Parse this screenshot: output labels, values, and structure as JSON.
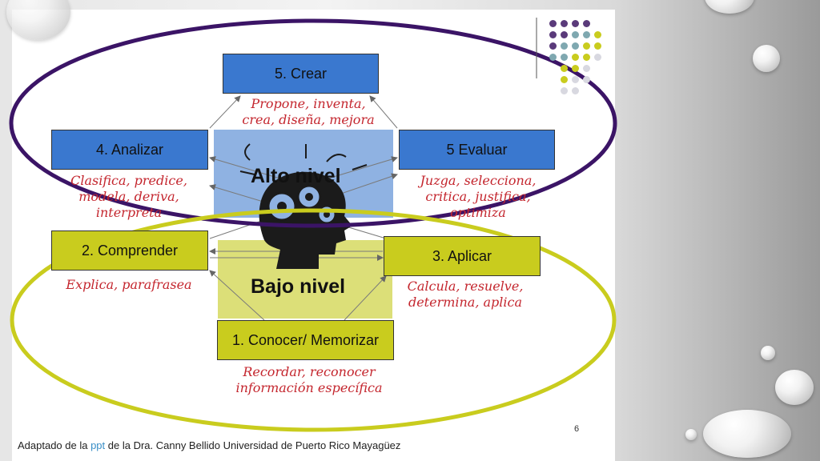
{
  "levels": {
    "crear": {
      "label": "5. Crear",
      "verbs": [
        "Propone, inventa,",
        "crea, diseña, mejora"
      ]
    },
    "analizar": {
      "label": "4. Analizar",
      "verbs": [
        "Clasifica, predice,",
        "modela, deriva,",
        "interpreta"
      ]
    },
    "evaluar": {
      "label": "5 Evaluar",
      "verbs": [
        "Juzga, selecciona,",
        "critica, justifica,",
        "optimiza"
      ]
    },
    "comprender": {
      "label": "2. Comprender",
      "verbs": [
        "Explica, parafrasea"
      ]
    },
    "aplicar": {
      "label": "3. Aplicar",
      "verbs": [
        "Calcula, resuelve,",
        "determina, aplica"
      ]
    },
    "conocer": {
      "label": "1. Conocer/ Memorizar",
      "verbs": [
        "Recordar, reconocer",
        "información específica"
      ]
    }
  },
  "bands": {
    "alto": "Alto nivel",
    "bajo": "Bajo nivel"
  },
  "footer": {
    "prefix": "Adaptado de la ",
    "link": "ppt",
    "suffix": " de la Dra. Canny Bellido Universidad de Puerto Rico Mayagüez"
  },
  "page_number": "6",
  "colors": {
    "box_blue": "#3a78cf",
    "box_olive": "#c9cc1e",
    "ellipse_purple": "#3b1466",
    "ellipse_olive": "#c9cc1e",
    "verb_red": "#c4262e"
  }
}
